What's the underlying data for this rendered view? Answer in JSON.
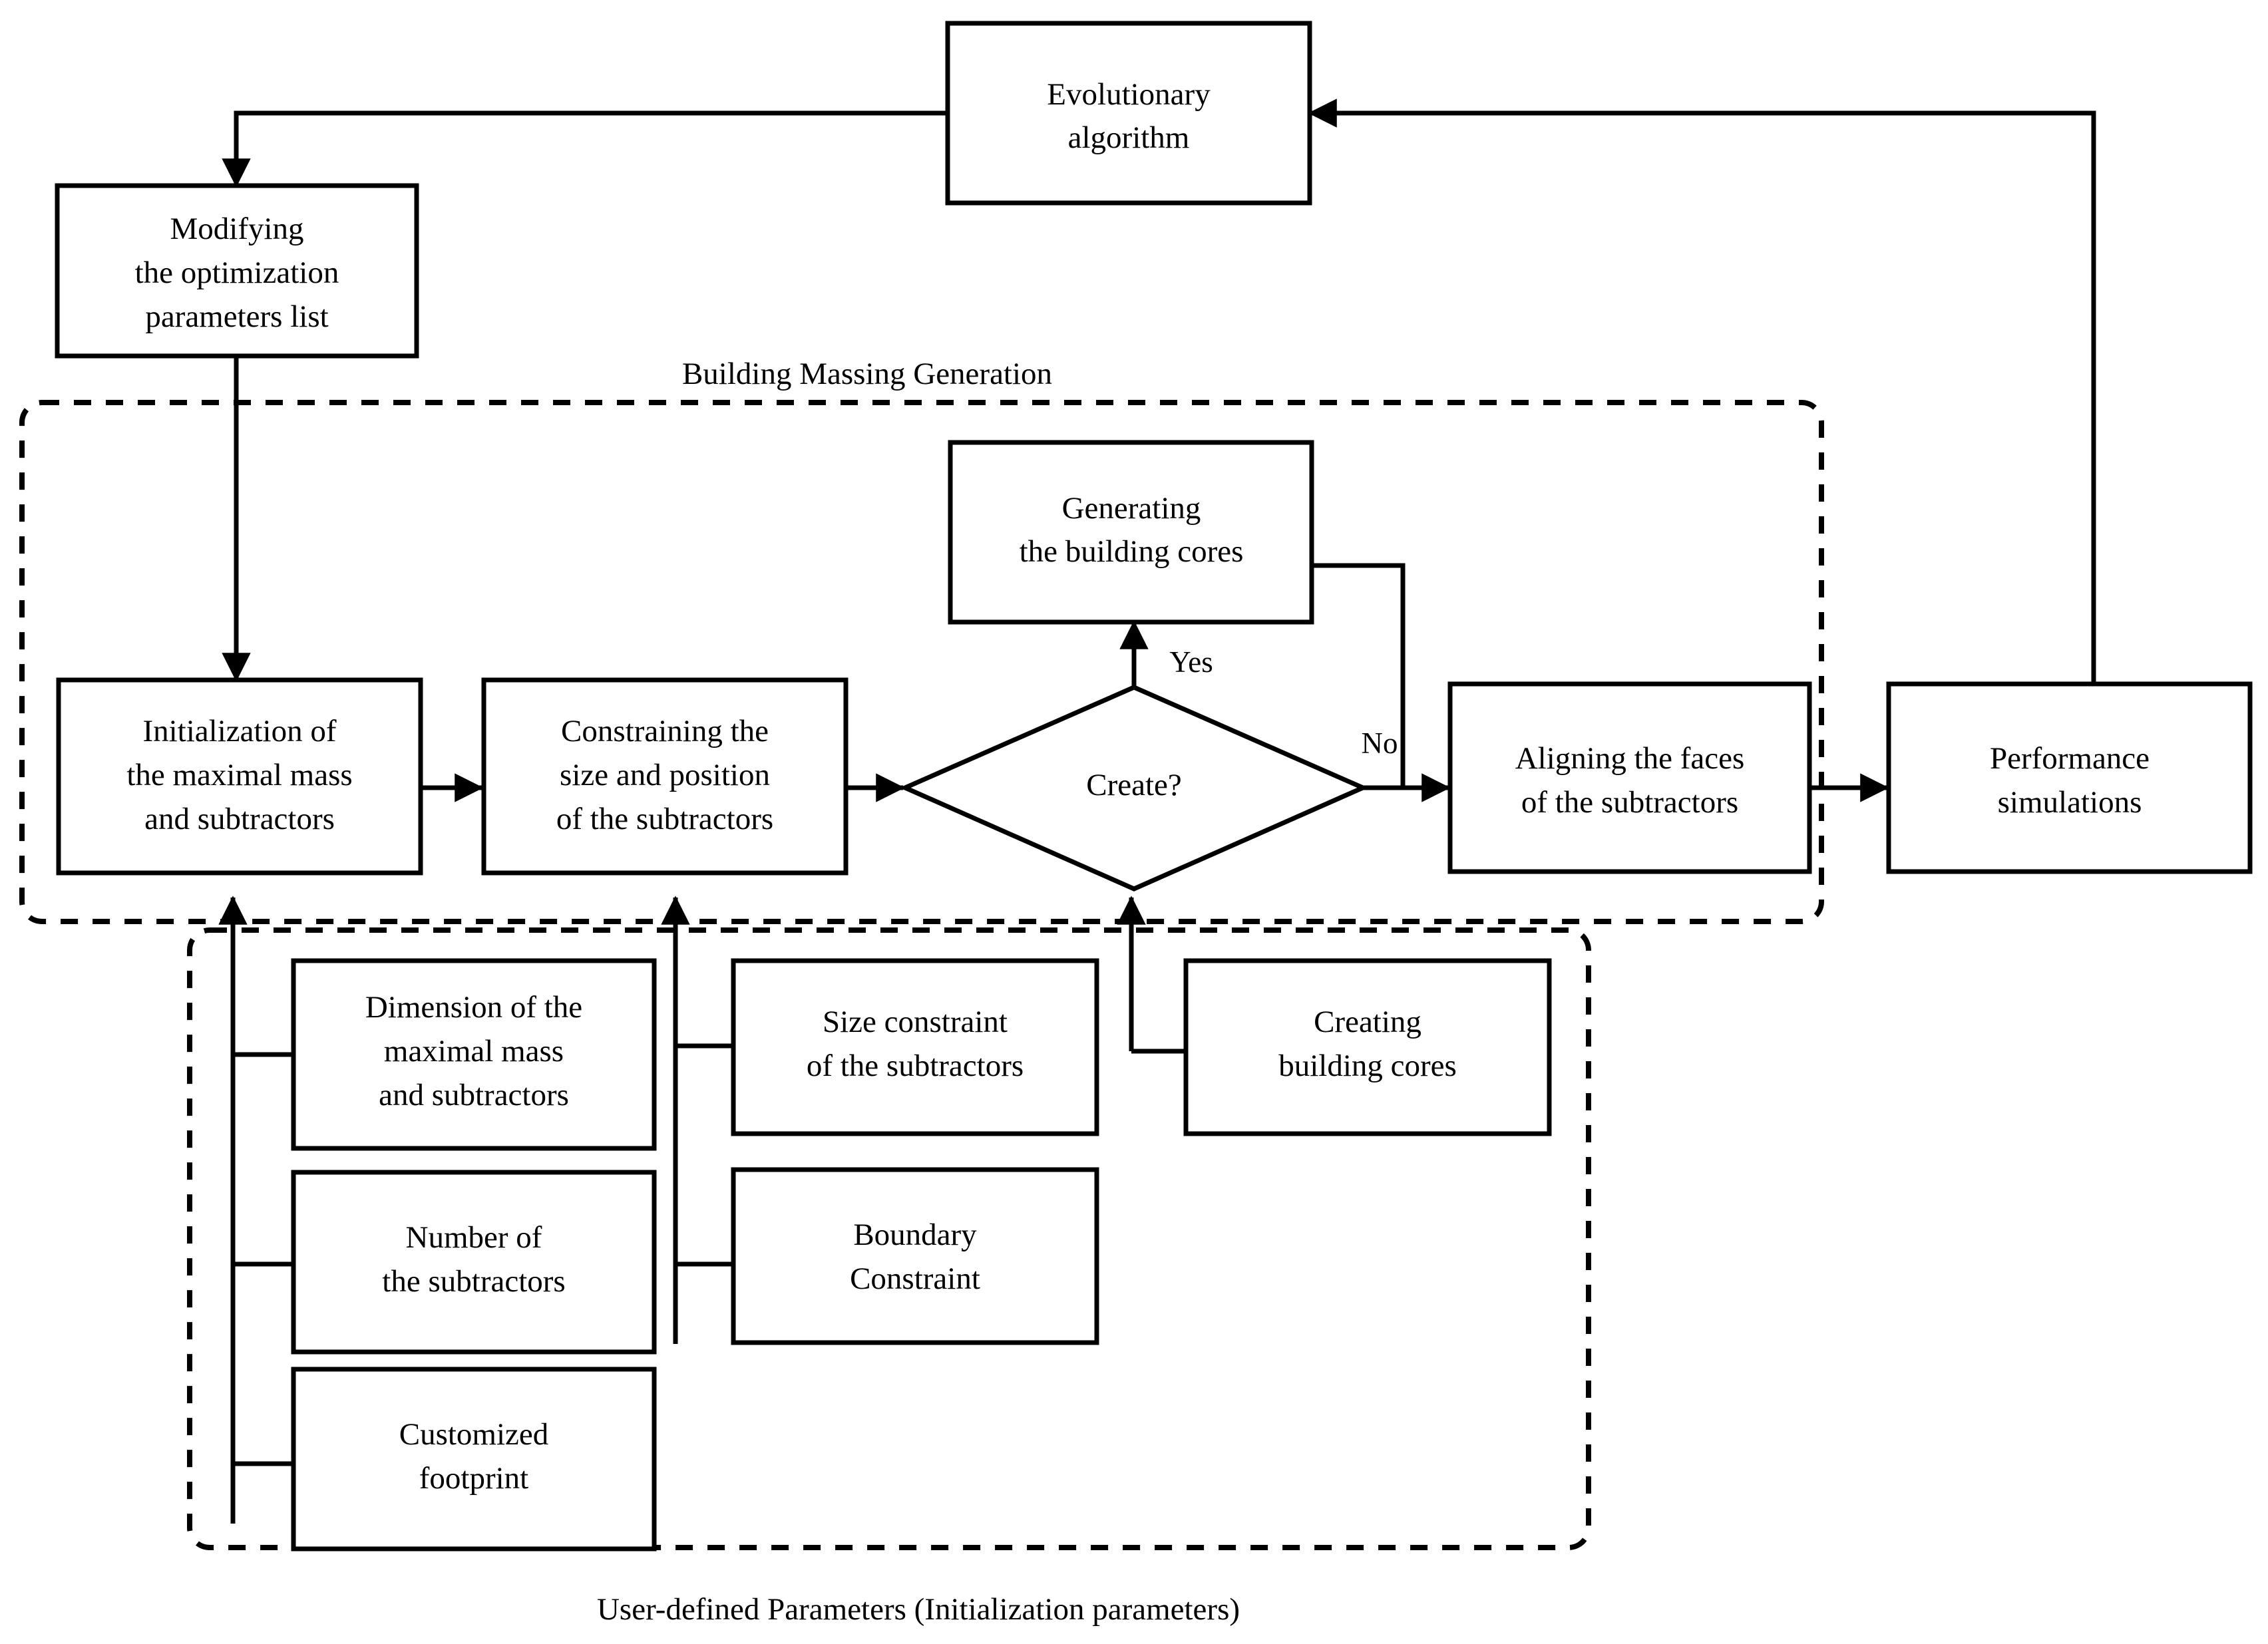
{
  "diagram": {
    "title": "Building massing generation optimization workflow",
    "colors": {
      "stroke": "#000000",
      "fill": "#ffffff",
      "background": "#ffffff"
    },
    "groups": [
      {
        "id": "building-massing-generation",
        "label": "Building Massing Generation",
        "label_position": "top-center",
        "border": "dashed"
      },
      {
        "id": "user-defined-parameters",
        "label": "User-defined Parameters (Initialization parameters)",
        "label_position": "bottom-center",
        "border": "dashed"
      }
    ],
    "nodes": [
      {
        "id": "evolutionary-algorithm",
        "shape": "rect",
        "lines": [
          "Evolutionary",
          "algorithm"
        ]
      },
      {
        "id": "modifying-parameters",
        "shape": "rect",
        "lines": [
          "Modifying",
          "the optimization",
          "parameters list"
        ]
      },
      {
        "id": "generating-building-cores",
        "shape": "rect",
        "lines": [
          "Generating",
          "the building cores"
        ]
      },
      {
        "id": "initialization",
        "shape": "rect",
        "lines": [
          "Initialization of",
          "the maximal mass",
          "and subtractors"
        ]
      },
      {
        "id": "constraining",
        "shape": "rect",
        "lines": [
          "Constraining the",
          "size and position",
          "of the subtractors"
        ]
      },
      {
        "id": "create-decision",
        "shape": "diamond",
        "lines": [
          "Create?"
        ]
      },
      {
        "id": "aligning-faces",
        "shape": "rect",
        "lines": [
          "Aligning the faces",
          "of the subtractors"
        ]
      },
      {
        "id": "performance-simulations",
        "shape": "rect",
        "lines": [
          "Performance",
          "simulations"
        ]
      },
      {
        "id": "dimension-maximal-mass",
        "shape": "rect",
        "lines": [
          "Dimension of the",
          "maximal mass",
          "and subtractors"
        ]
      },
      {
        "id": "number-subtractors",
        "shape": "rect",
        "lines": [
          "Number of",
          "the subtractors"
        ]
      },
      {
        "id": "customized-footprint",
        "shape": "rect",
        "lines": [
          "Customized",
          "footprint"
        ]
      },
      {
        "id": "size-constraint",
        "shape": "rect",
        "lines": [
          "Size constraint",
          "of the subtractors"
        ]
      },
      {
        "id": "boundary-constraint",
        "shape": "rect",
        "lines": [
          "Boundary",
          "Constraint"
        ]
      },
      {
        "id": "creating-building-cores",
        "shape": "rect",
        "lines": [
          "Creating",
          "building cores"
        ]
      }
    ],
    "edge_labels": {
      "yes": "Yes",
      "no": "No"
    },
    "edges": [
      {
        "from": "performance-simulations",
        "to": "evolutionary-algorithm",
        "label": ""
      },
      {
        "from": "evolutionary-algorithm",
        "to": "modifying-parameters",
        "label": ""
      },
      {
        "from": "modifying-parameters",
        "to": "initialization",
        "label": ""
      },
      {
        "from": "initialization",
        "to": "constraining",
        "label": ""
      },
      {
        "from": "constraining",
        "to": "create-decision",
        "label": ""
      },
      {
        "from": "create-decision",
        "to": "generating-building-cores",
        "label": "Yes"
      },
      {
        "from": "create-decision",
        "to": "aligning-faces",
        "label": "No"
      },
      {
        "from": "generating-building-cores",
        "to": "aligning-faces",
        "label": ""
      },
      {
        "from": "aligning-faces",
        "to": "performance-simulations",
        "label": ""
      },
      {
        "from": "dimension-maximal-mass",
        "to": "initialization",
        "label": ""
      },
      {
        "from": "number-subtractors",
        "to": "initialization",
        "label": ""
      },
      {
        "from": "customized-footprint",
        "to": "initialization",
        "label": ""
      },
      {
        "from": "size-constraint",
        "to": "constraining",
        "label": ""
      },
      {
        "from": "boundary-constraint",
        "to": "constraining",
        "label": ""
      },
      {
        "from": "creating-building-cores",
        "to": "create-decision",
        "label": ""
      }
    ]
  }
}
